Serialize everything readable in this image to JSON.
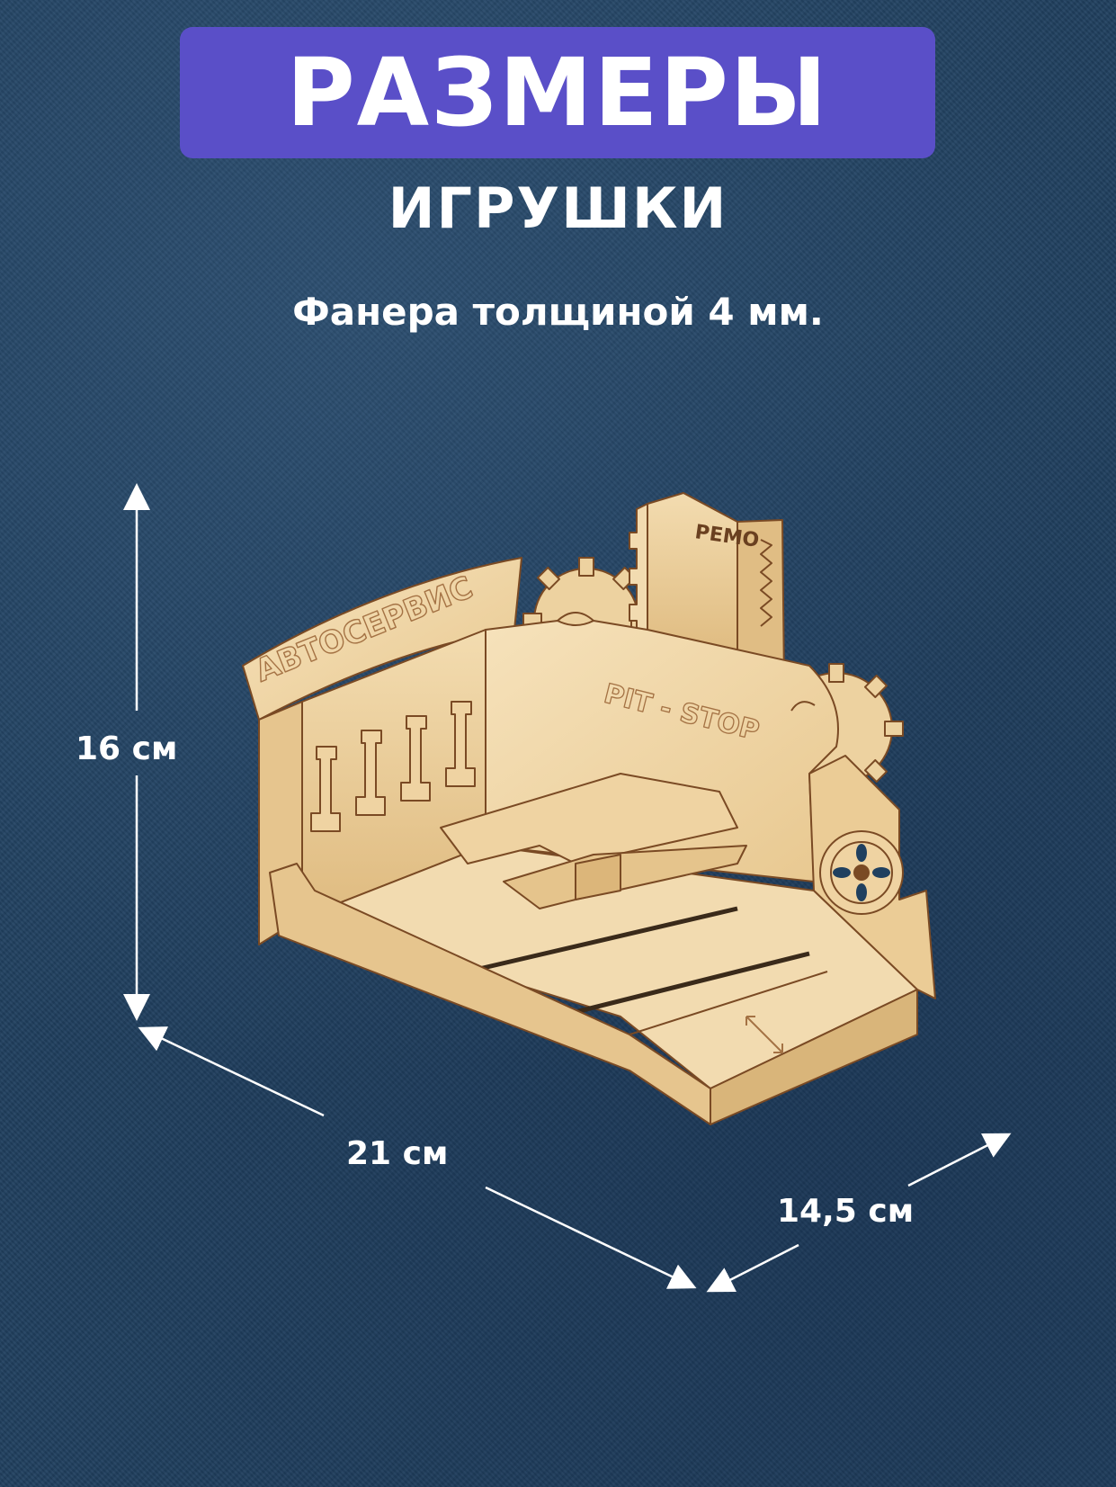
{
  "banner": {
    "title": "РАЗМЕРЫ",
    "color": "#5a4fc8"
  },
  "subtitle": "ИГРУШКИ",
  "material": "Фанера толщиной 4 мм.",
  "dimensions": {
    "height": "16 см",
    "length": "21 см",
    "depth": "14,5 см"
  },
  "toy_engravings": {
    "sign": "АВТОСЕРВИС",
    "panel": "PIT - STOP",
    "tower": "РЕМО"
  },
  "colors": {
    "background": "#20405f",
    "wood": "#f0d6a8",
    "wood_edge": "#7a4a24"
  }
}
